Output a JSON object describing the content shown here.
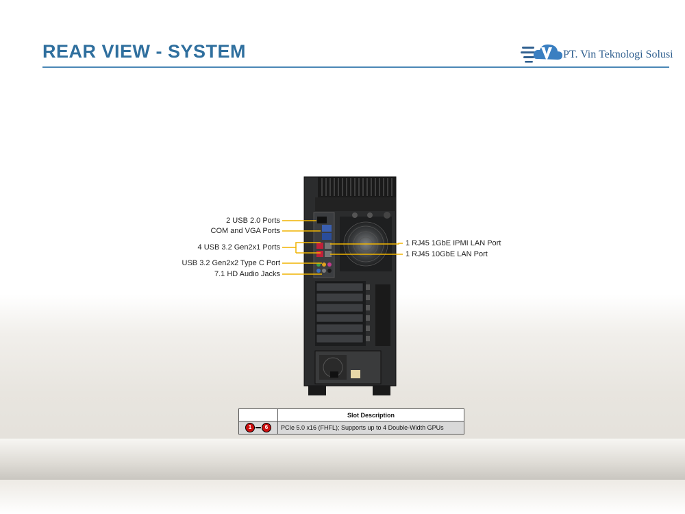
{
  "header": {
    "title": "REAR VIEW - SYSTEM",
    "company": "PT. Vin Teknologi Solusi",
    "logo_icon": "cloud-v-logo-icon",
    "accent_color": "#2f6f9e"
  },
  "callouts": {
    "left": [
      "2 USB 2.0 Ports",
      "COM and VGA Ports",
      "4 USB 3.2 Gen2x1  Ports",
      "USB 3.2 Gen2x2 Type C Port",
      "7.1 HD Audio Jacks"
    ],
    "right": [
      "1 RJ45 1GbE IPMI  LAN Port",
      "1 RJ45 10GbE LAN Port"
    ],
    "line_color": "#f0b400"
  },
  "slot_table": {
    "header_empty": "",
    "header": "Slot Description",
    "row": {
      "badge_start": "1",
      "badge_end": "6",
      "description": "PCIe 5.0 x16 (FHFL);  Supports up to 4 Double-Width  GPUs"
    }
  }
}
